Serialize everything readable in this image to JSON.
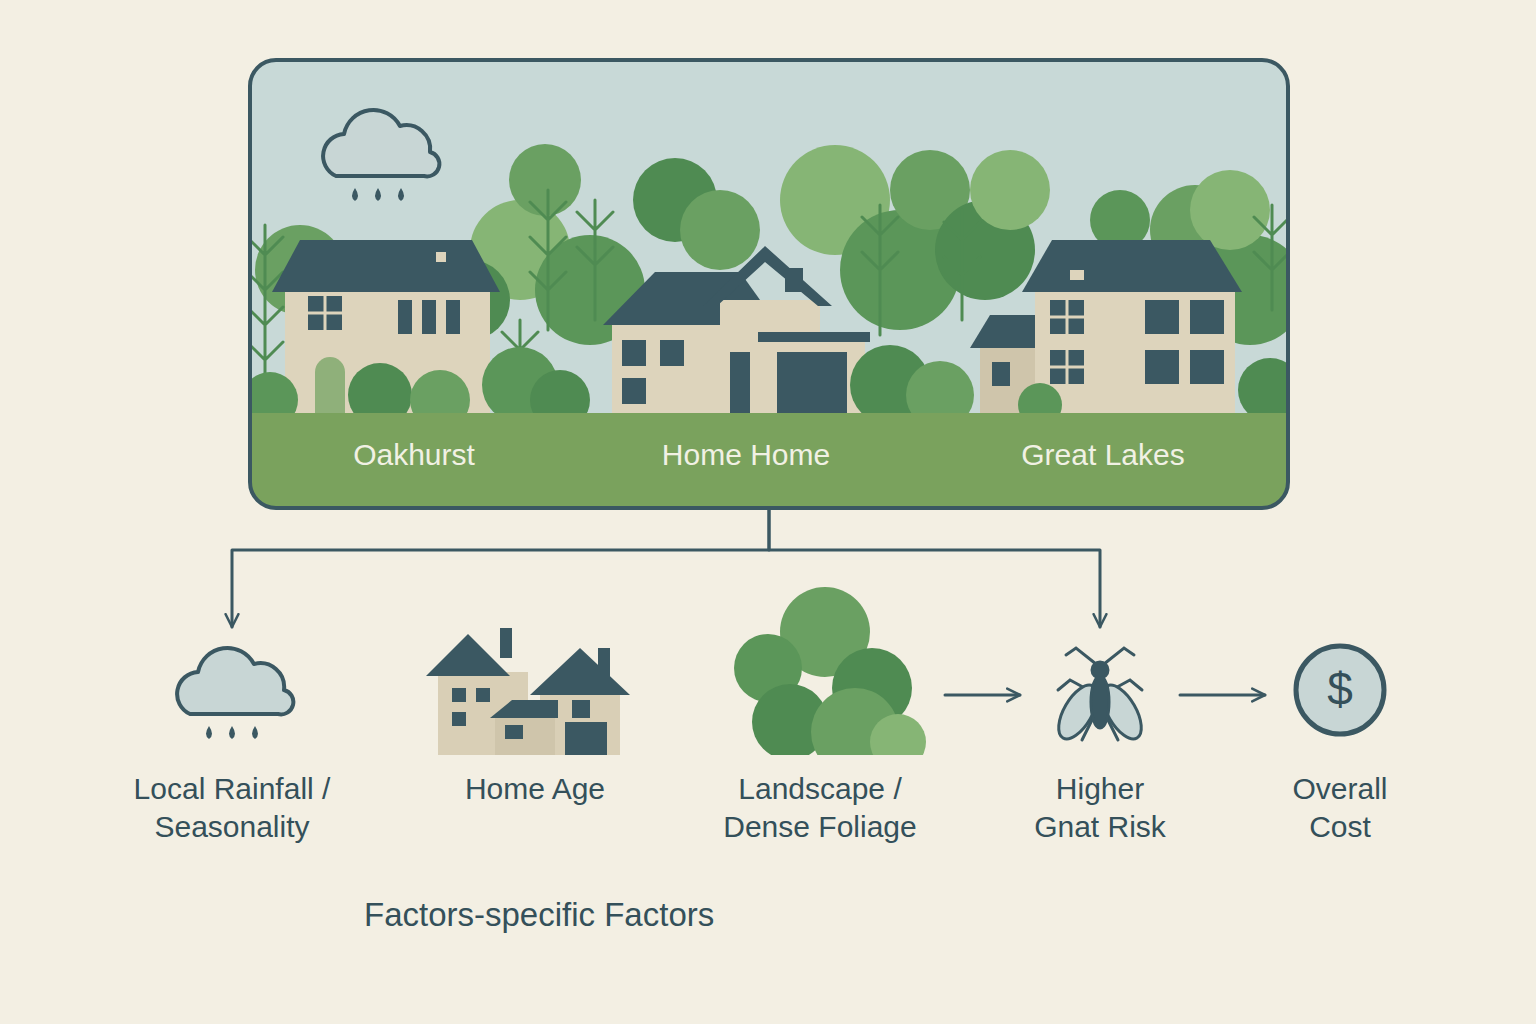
{
  "diagram": {
    "nodes": [
      {
        "text": [
          "Oakhurst",
          "Home Home",
          "Great Lakes"
        ]
      },
      {
        "text": [
          "Local Rainfall / Seasonality"
        ]
      },
      {
        "text": [
          "Home Age"
        ]
      },
      {
        "text": [
          "Landscape / Dense Foliage"
        ]
      },
      {
        "text": [
          "Higher Gnat Risk"
        ]
      },
      {
        "text": [
          "Overall Cost"
        ]
      }
    ],
    "edges": [
      {
        "from": 0,
        "to": 1,
        "arrow": "to"
      },
      {
        "from": 0,
        "to": 4,
        "arrow": "to"
      },
      {
        "from": 3,
        "to": 4,
        "arrow": "to"
      },
      {
        "from": 4,
        "to": 5,
        "arrow": "to"
      }
    ],
    "labels": [
      "$",
      "Factors-specific Factors"
    ]
  }
}
